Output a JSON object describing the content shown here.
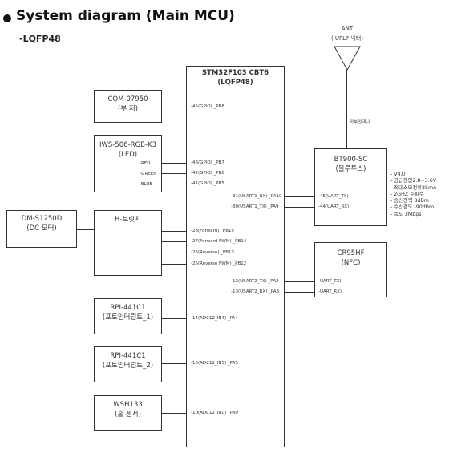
{
  "header": {
    "title": "System diagram (Main MCU)",
    "subtitle": "-LQFP48"
  },
  "mcu": {
    "name": "STM32F103 CBT6",
    "package": "(LQFP48)"
  },
  "antenna": {
    "label": "ANT",
    "sub": "( UFL커넥터)",
    "note": "외부안테나"
  },
  "buzzer": {
    "name": "COM-07950",
    "desc": "(부 저)",
    "pin": "-45(GPIO) _PB8"
  },
  "led": {
    "name": "IWS-506-RGB-K3",
    "desc": "(LED)",
    "signals": [
      "-RED",
      "-GREEN",
      "-BLUE"
    ],
    "pins": [
      "-46(GPIO) _PB7",
      "-42(GPIO) _PB6",
      "-41(GPIO) _PB5"
    ]
  },
  "motor": {
    "name": "DM-S1250D",
    "desc": "(DC 모터)"
  },
  "hbridge": {
    "name": "H-브릿지",
    "pins": [
      "-28(Forward) _PB15",
      "-27(Forward PWM) _PB14",
      "-26(Reverse) _PB13",
      "-25(Reverse PWM) _PB12"
    ]
  },
  "bt": {
    "name": "BT900-SC",
    "desc": "(블루투스)",
    "mcu_pins": [
      "-31(USART1_RX) _PA10",
      "-30(USART1_TX) _PA9"
    ],
    "pins": [
      "-45(UART_TX)",
      "-44(UART_RX)"
    ],
    "specs": [
      "V4.0",
      "공급전압2.8~3.6V",
      "최대소모전류85mA",
      "2GHZ 주파수",
      "송신전력 8dBm",
      "수신감도 -90dBm",
      "속도 3Mbps"
    ]
  },
  "nfc": {
    "name": "CR95HF",
    "desc": "(NFC)",
    "mcu_pins": [
      "-12(USART2_TX) _PA2",
      "-13(USART2_RX) _PA3"
    ],
    "pins": [
      "-UART_TX)",
      "-UART_RX)"
    ]
  },
  "photo1": {
    "name": "RPI-441C1",
    "desc": "(포토인터럽트_1)",
    "pin": "-14(ADC12_IN4) _PA4"
  },
  "photo2": {
    "name": "RPI-441C1",
    "desc": "(포토인터럽트_2)",
    "pin": "-15(ADC12_IN5) _PA5"
  },
  "hall": {
    "name": "WSH133",
    "desc": "(홀 센서)",
    "pin": "-10(ADC12_IN0) _PA0"
  },
  "colors": {
    "line": "#333333",
    "text": "#222222",
    "background": "#ffffff"
  }
}
